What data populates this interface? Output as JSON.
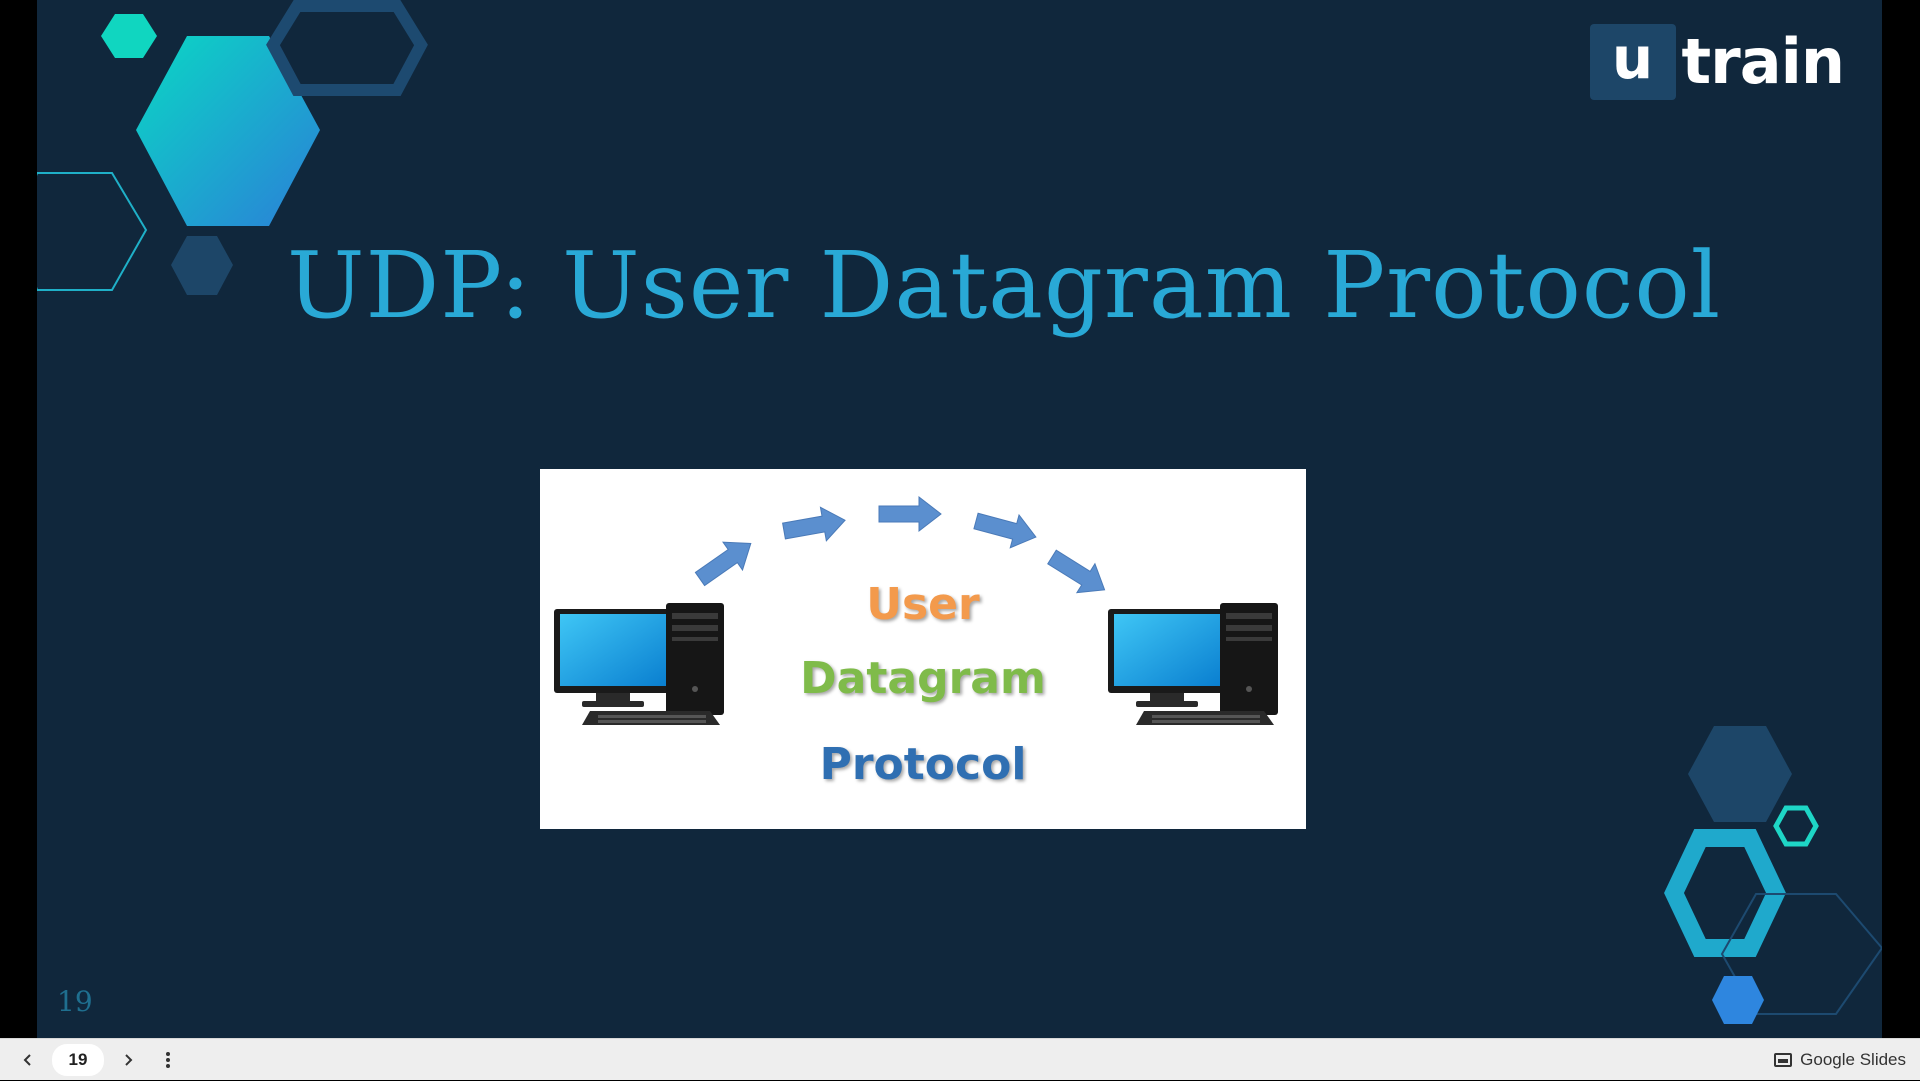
{
  "slide": {
    "title": "UDP: User Datagram Protocol",
    "number": "19",
    "logo": {
      "box_letter": "u",
      "word": "train"
    },
    "diagram": {
      "label_user": "User",
      "label_datagram": "Datagram",
      "label_protocol": "Protocol",
      "colors": {
        "user": "#f39a4c",
        "datagram": "#7fbb4a",
        "protocol": "#2f6fb2",
        "arrows": "#5b8fcf"
      }
    },
    "colors": {
      "background": "#10273c",
      "title": "#29a9d6",
      "accent_teal": "#1ed6c6",
      "accent_navy": "#1d4668"
    }
  },
  "bottom_bar": {
    "prev_icon": "chevron-left-icon",
    "page_value": "19",
    "next_icon": "chevron-right-icon",
    "more_icon": "more-vert-icon",
    "brand_label": "Google Slides"
  }
}
